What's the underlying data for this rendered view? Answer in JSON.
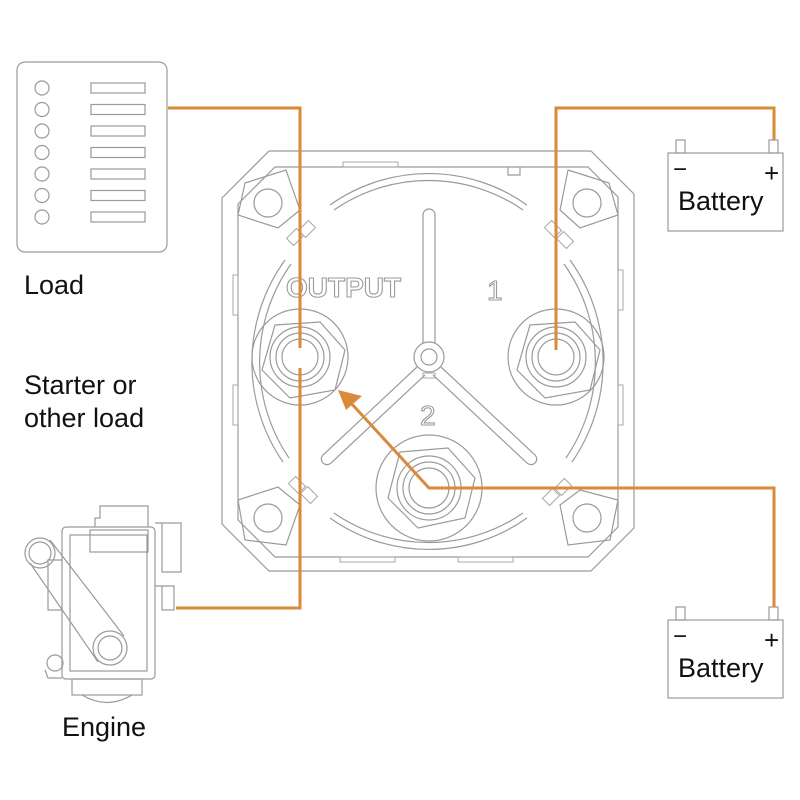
{
  "diagram": {
    "title": "Battery switch wiring diagram",
    "colors": {
      "wire": "#d98a3a",
      "outline": "#9a9a9a",
      "text": "#111111",
      "background": "#ffffff"
    },
    "labels": {
      "load": "Load",
      "starter_line1": "Starter or",
      "starter_line2": "other load",
      "engine": "Engine"
    },
    "switch": {
      "output_label": "OUTPUT",
      "terminal_1_label": "1",
      "terminal_2_label": "2"
    },
    "battery_top": {
      "label": "Battery",
      "negative": "−",
      "positive": "+"
    },
    "battery_bottom": {
      "label": "Battery",
      "negative": "−",
      "positive": "+"
    },
    "load_panel": {
      "indicator_count": 7
    }
  }
}
